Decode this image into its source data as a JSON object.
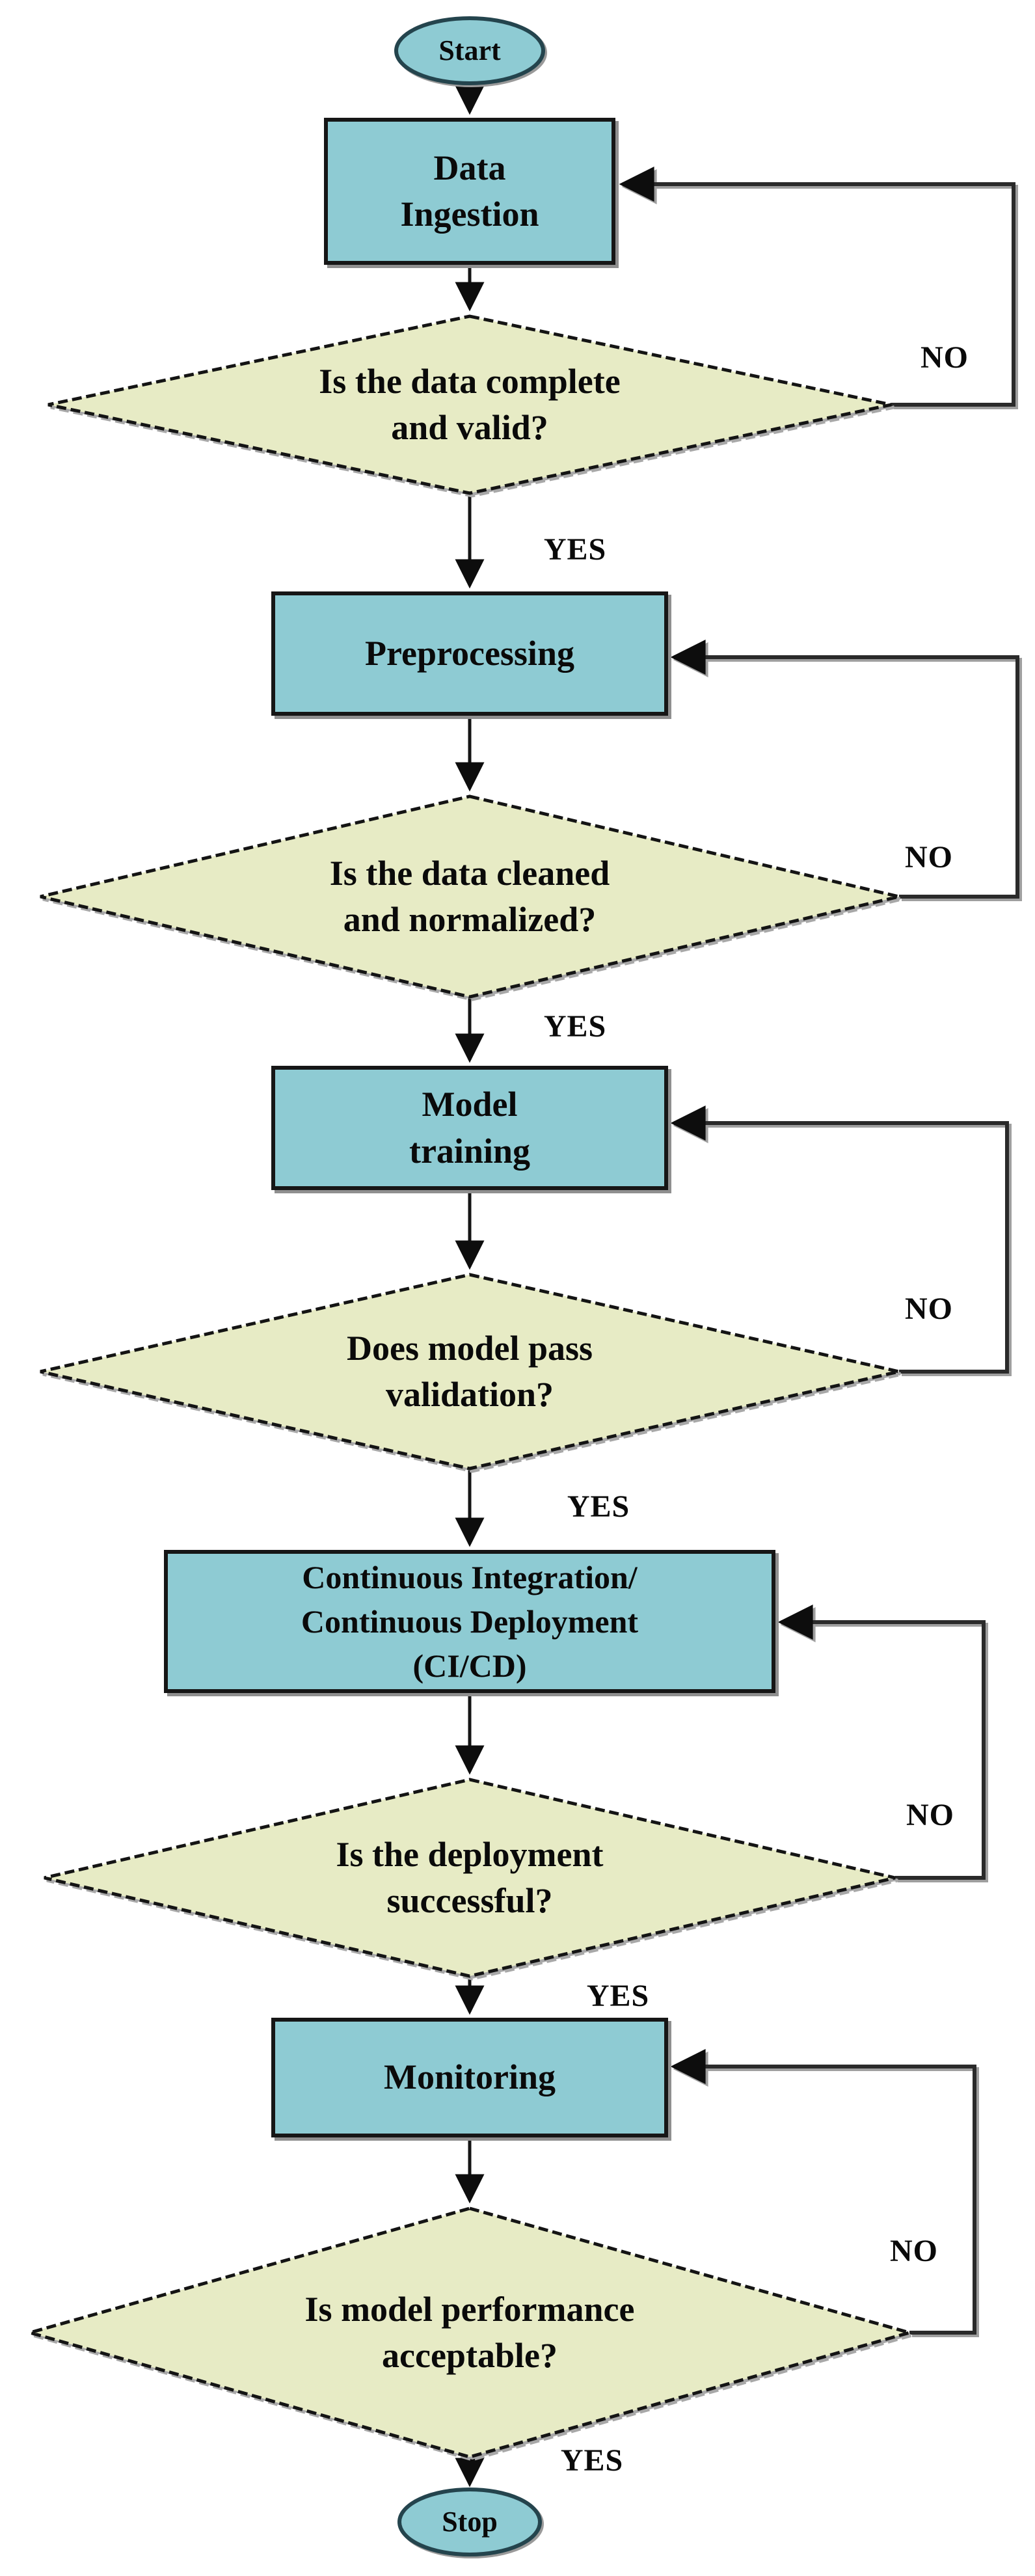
{
  "diagram": {
    "type": "flowchart",
    "nodes": {
      "start": {
        "shape": "terminator",
        "label": "Start"
      },
      "data_ingestion": {
        "shape": "process",
        "label": "Data\nIngestion"
      },
      "decision_valid": {
        "shape": "decision",
        "label": "Is the data complete\nand valid?"
      },
      "preprocessing": {
        "shape": "process",
        "label": "Preprocessing"
      },
      "decision_cleaned": {
        "shape": "decision",
        "label": "Is the data cleaned\nand normalized?"
      },
      "model_training": {
        "shape": "process",
        "label": "Model\ntraining"
      },
      "decision_validation": {
        "shape": "decision",
        "label": "Does model pass\nvalidation?"
      },
      "cicd": {
        "shape": "process",
        "label": "Continuous Integration/\nContinuous Deployment\n(CI/CD)"
      },
      "decision_deployment": {
        "shape": "decision",
        "label": "Is the deployment\nsuccessful?"
      },
      "monitoring": {
        "shape": "process",
        "label": "Monitoring"
      },
      "decision_performance": {
        "shape": "decision",
        "label": "Is model performance\nacceptable?"
      },
      "stop": {
        "shape": "terminator",
        "label": "Stop"
      }
    },
    "edge_labels": {
      "yes1": "YES",
      "no1": "NO",
      "yes2": "YES",
      "no2": "NO",
      "yes3": "YES",
      "no3": "NO",
      "yes4": "YES",
      "no4": "NO",
      "yes5": "YES",
      "no5": "NO"
    },
    "colors": {
      "process_fill": "#8ECBD3",
      "decision_fill": "#E7EBC5",
      "terminator_fill": "#8ECBD3",
      "line": "#1f1f1f",
      "text": "#0a0a0a",
      "background": "#ffffff"
    }
  }
}
